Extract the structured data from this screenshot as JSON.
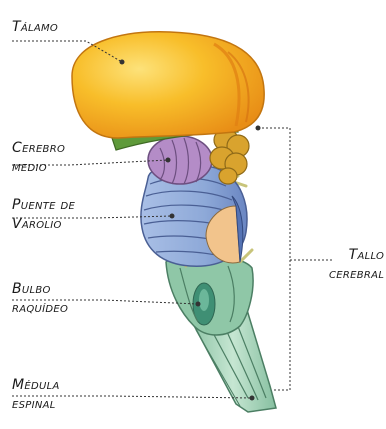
{
  "labels": {
    "talamo": "Tálamo",
    "cerebro_medio": [
      "Cerebro",
      "medio"
    ],
    "puente": [
      "Puente de",
      "Varolio"
    ],
    "bulbo": [
      "Bulbo",
      "raquídeo"
    ],
    "medula": [
      "Médula",
      "espinal"
    ],
    "tallo": [
      "Tallo",
      "cerebral"
    ]
  },
  "colors": {
    "thalamus": "#f6b51c",
    "thalamus_light": "#fbd54a",
    "thalamus_dark": "#e07f13",
    "midbrain": "#b48cc7",
    "pons": "#8ea9d8",
    "pons_dark": "#5573b4",
    "colliculi": "#d9a32e",
    "medulla": "#8fc7a7",
    "cord": "#a9d4b8",
    "green_band": "#5f9a3a",
    "tan": "#f2c48c"
  }
}
